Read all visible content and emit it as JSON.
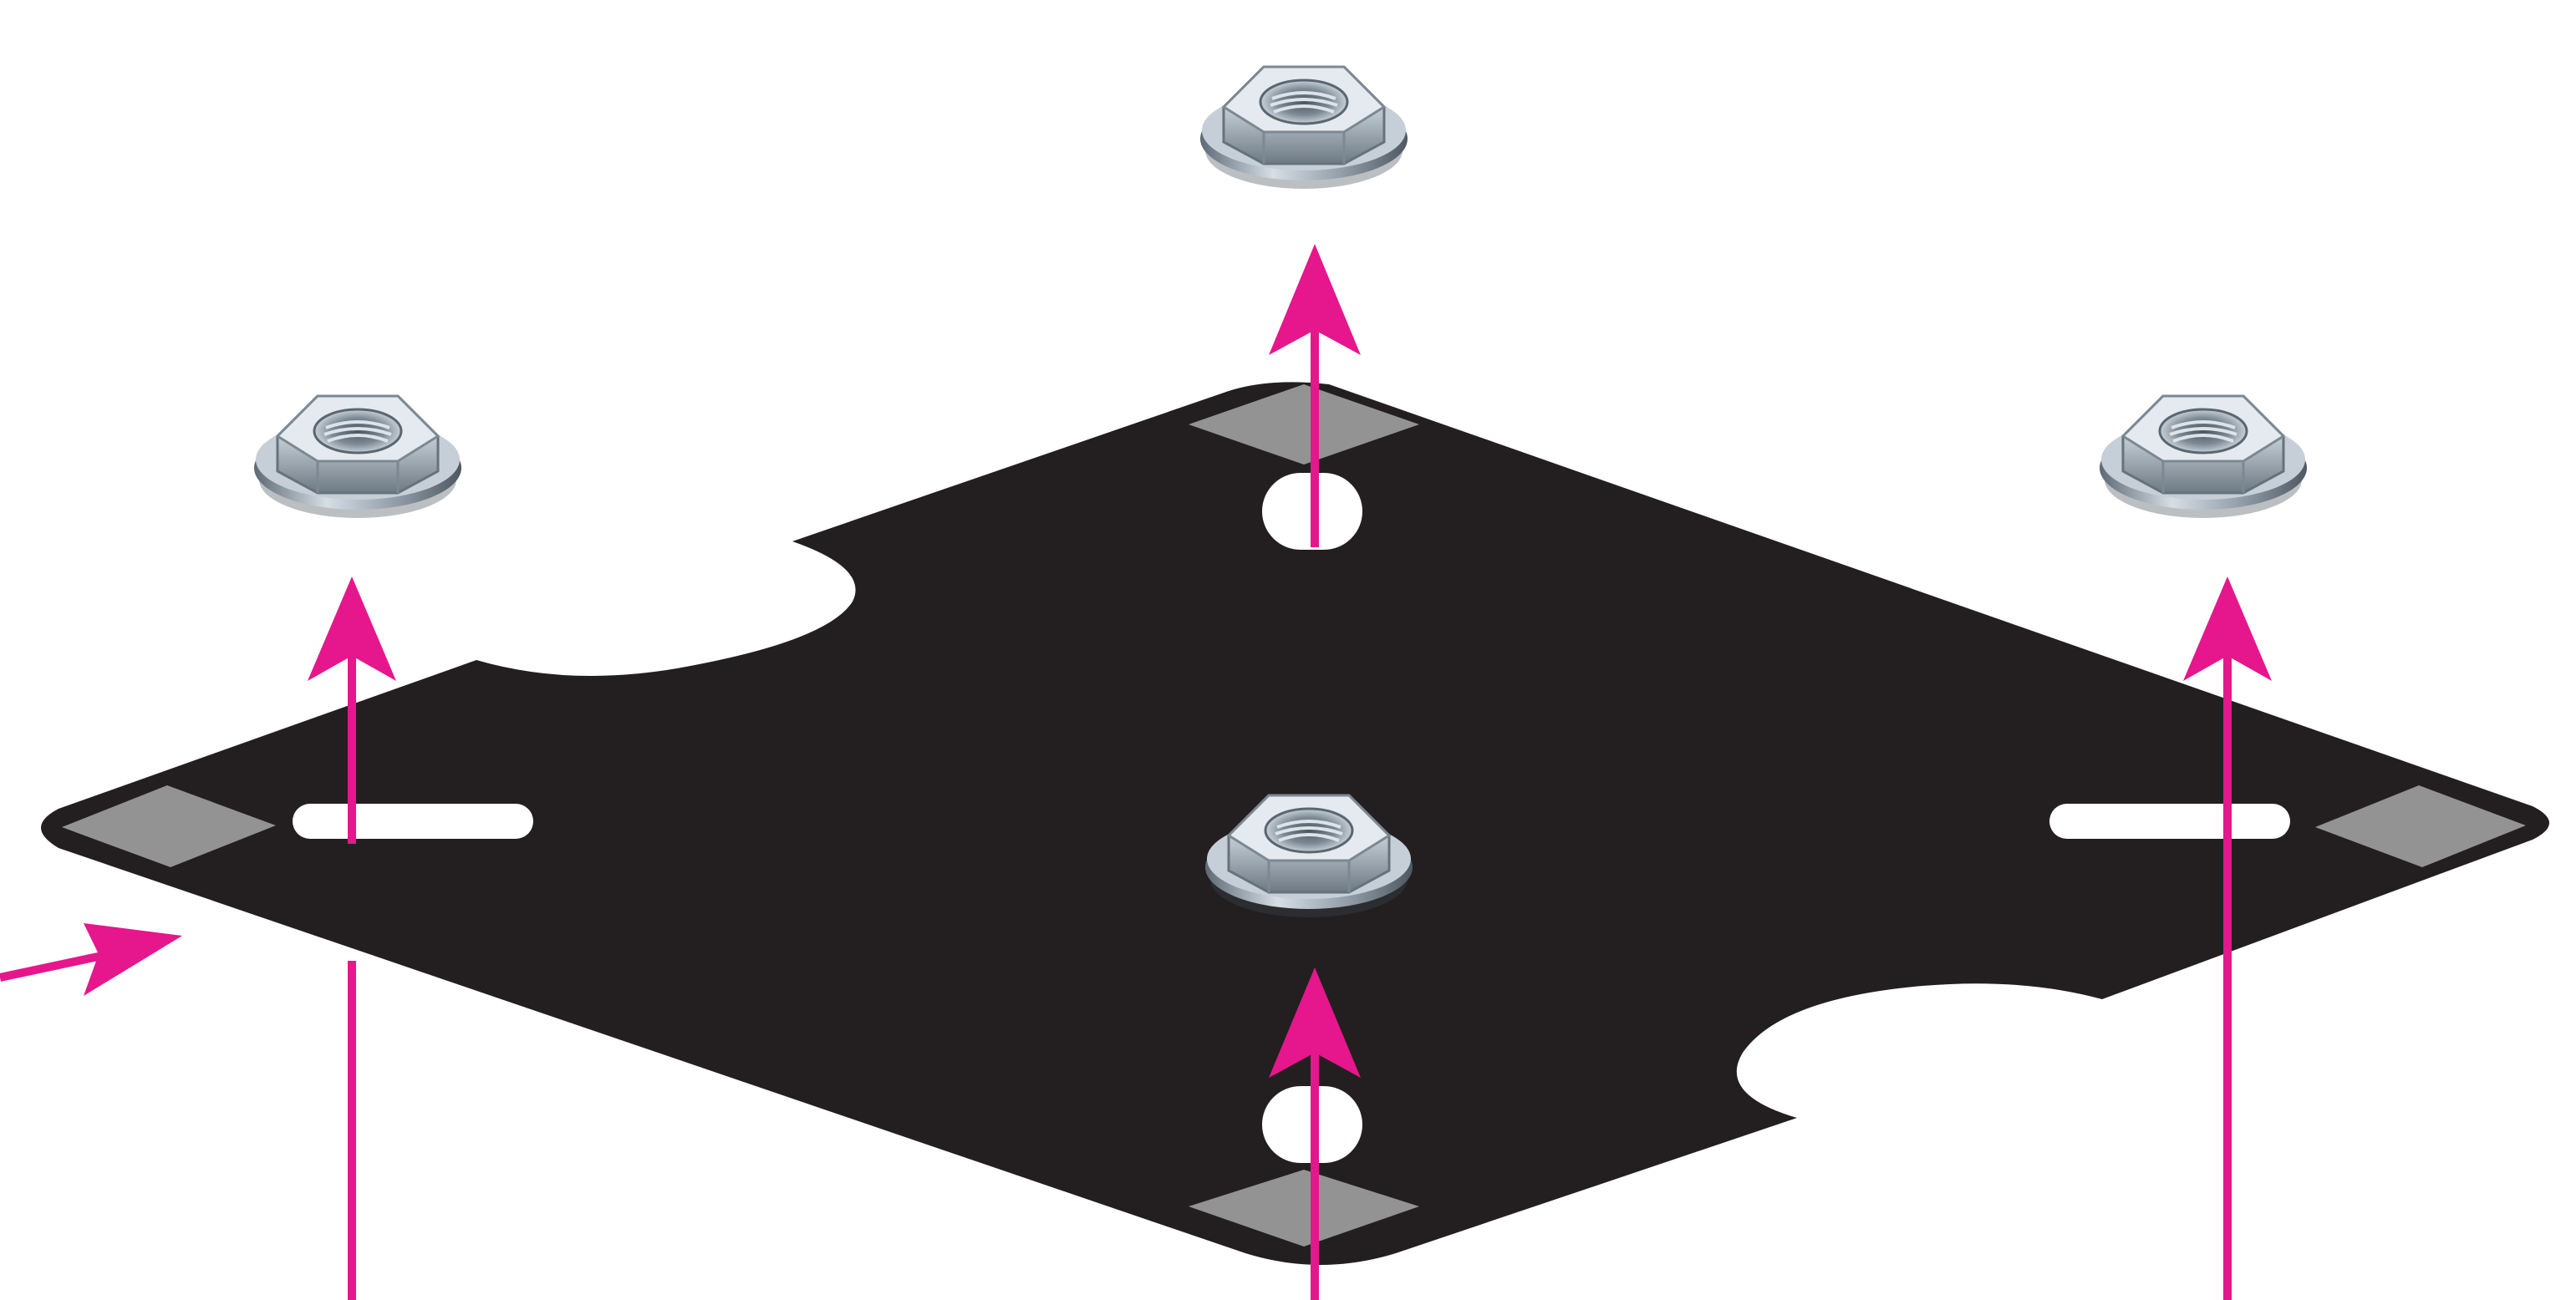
{
  "colors": {
    "background": "#ffffff",
    "plate": "#231f20",
    "pad": "#939393",
    "arrow": "#e6168c",
    "nut_light": "#dfe6ec",
    "nut_mid": "#a6b2bd",
    "nut_dark": "#5d6a76",
    "nut_shadow": "#3e4750"
  },
  "parts": [
    {
      "id": "mounting-plate",
      "kind": "plate"
    },
    {
      "id": "flange-nut-top",
      "kind": "flange-nut"
    },
    {
      "id": "flange-nut-left",
      "kind": "flange-nut"
    },
    {
      "id": "flange-nut-right",
      "kind": "flange-nut"
    },
    {
      "id": "flange-nut-center",
      "kind": "flange-nut"
    }
  ],
  "arrows": [
    {
      "id": "arrow-top",
      "icon": "arrow-up-icon"
    },
    {
      "id": "arrow-left",
      "icon": "arrow-up-icon"
    },
    {
      "id": "arrow-right",
      "icon": "arrow-up-icon"
    },
    {
      "id": "arrow-center",
      "icon": "arrow-up-icon"
    },
    {
      "id": "arrow-edge-pointer",
      "icon": "arrow-right-icon"
    }
  ]
}
